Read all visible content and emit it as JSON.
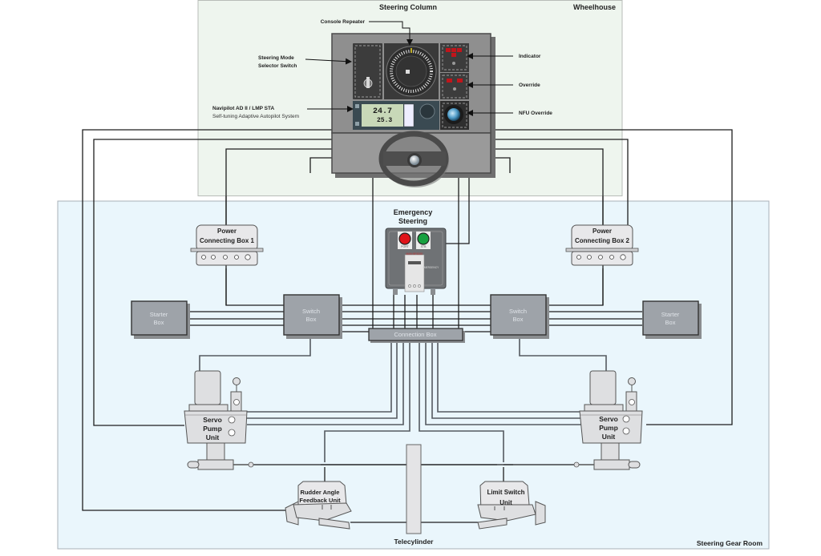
{
  "zones": {
    "wheelhouse": "Wheelhouse",
    "steering_column": "Steering Column",
    "steering_gear_room": "Steering Gear Room"
  },
  "callouts": {
    "console_repeater": "Console Repeater",
    "steering_mode_line1": "Steering Mode",
    "steering_mode_line2": "Selector Switch",
    "navipilot_line1": "Navipilot AD II / LMP STA",
    "navipilot_line2": "Self-tuning Adaptive Autopilot System",
    "indicator": "Indicator",
    "override": "Override",
    "nfu_override": "NFU Override"
  },
  "autopilot_display": {
    "heading": "24.7",
    "value2": "25.3"
  },
  "emergency": {
    "line1": "Emergency",
    "line2": "Steering",
    "port_label": "PORT",
    "stb_label": "STB",
    "main_bridge": "MAIN BRIDGE",
    "emergency_label": "EMERGENCY"
  },
  "power_box_1": {
    "line1": "Power",
    "line2": "Connecting Box 1"
  },
  "power_box_2": {
    "line1": "Power",
    "line2": "Connecting Box 2"
  },
  "starter_box_left": {
    "line1": "Starter",
    "line2": "Box"
  },
  "starter_box_right": {
    "line1": "Starter",
    "line2": "Box"
  },
  "switch_box_left": {
    "line1": "Switch",
    "line2": "Box"
  },
  "switch_box_right": {
    "line1": "Switch",
    "line2": "Box"
  },
  "connection_box": "Connection Box",
  "servo_left": {
    "line1": "Servo",
    "line2": "Pump",
    "line3": "Unit"
  },
  "servo_right": {
    "line1": "Servo",
    "line2": "Pump",
    "line3": "Unit"
  },
  "rudder_feedback": {
    "line1": "Rudder Angle",
    "line2": "Feedback Unit"
  },
  "limit_switch": {
    "line1": "Limit Switch",
    "line2": "Unit"
  },
  "telecylinder": "Telecylinder",
  "colors": {
    "wheelhouse_bg": "#eef5ee",
    "gear_room_bg": "#eaf6fc",
    "panel_gray": "#8d8d8d",
    "box_gray": "#9ea3a9",
    "indicator_red": "#c0151b",
    "button_red": "#e0141a",
    "button_green": "#18a040"
  }
}
